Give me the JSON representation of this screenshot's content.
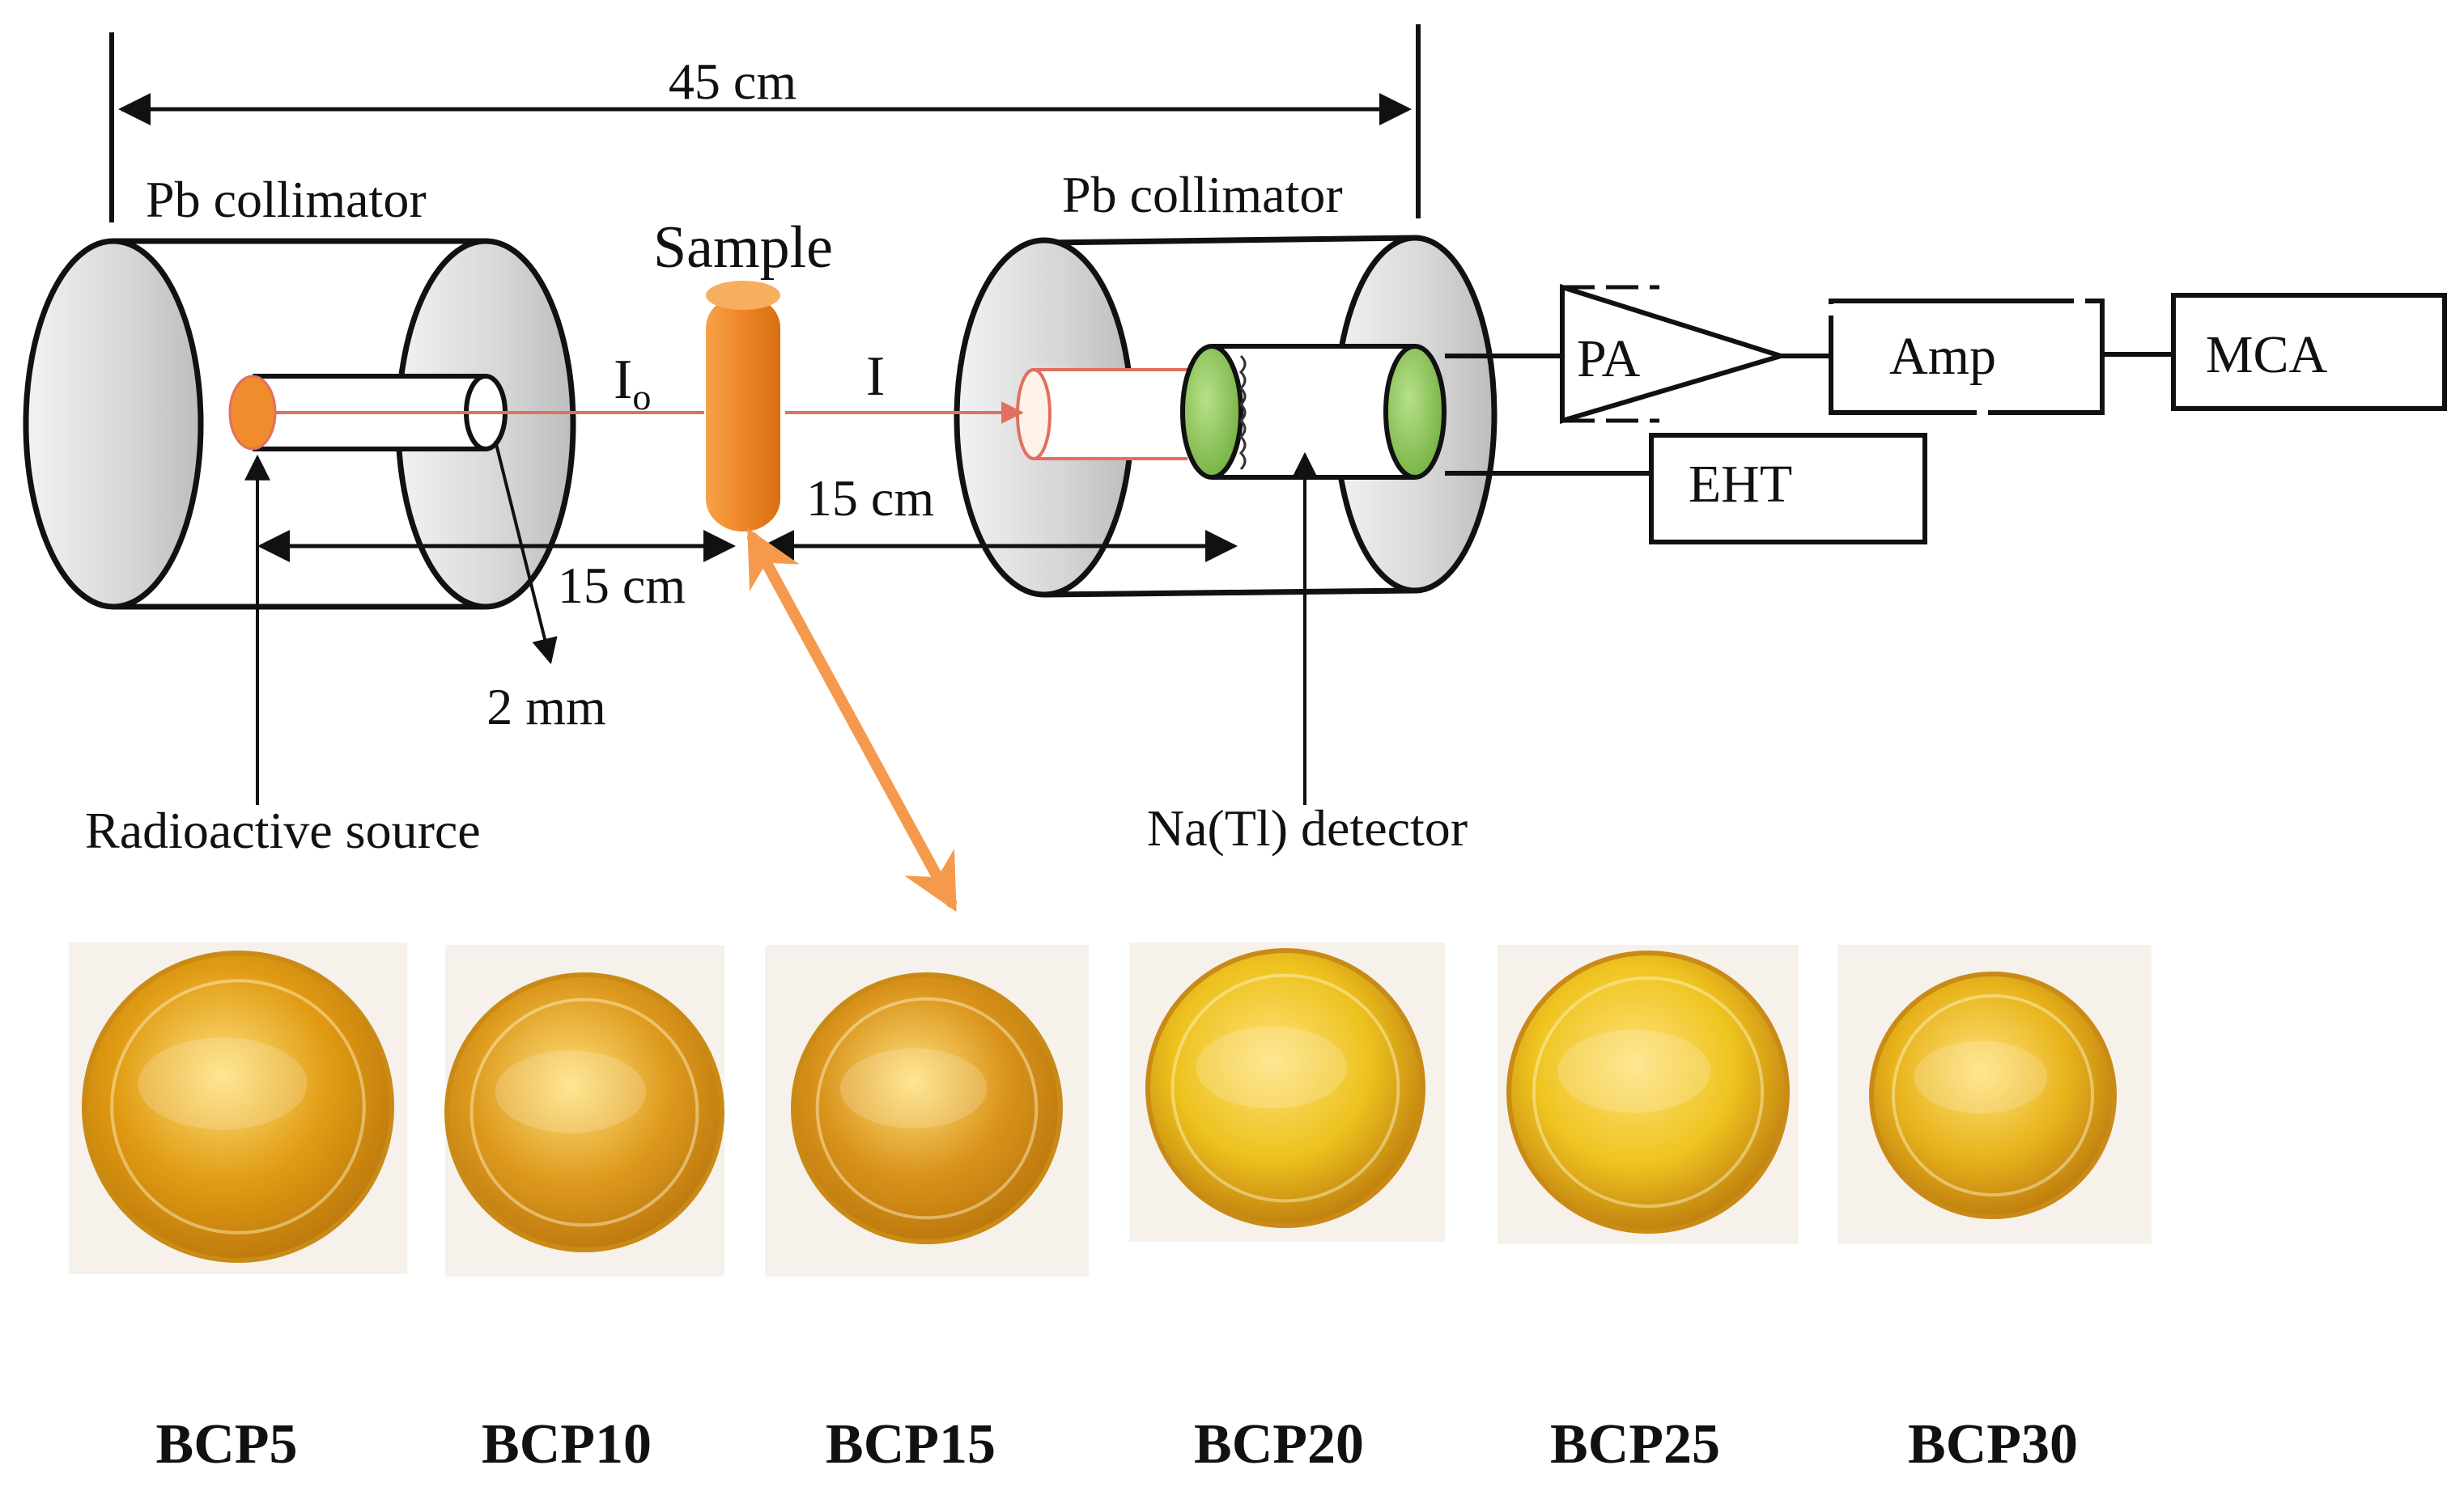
{
  "labels": {
    "distance_total": "45 cm",
    "collimator_left": "Pb collimator",
    "collimator_right": "Pb collimator",
    "sample": "Sample",
    "beam_in": "I",
    "beam_in_subscript": "o",
    "beam_out": "I",
    "distance_right": "15 cm",
    "distance_left": "15 cm",
    "aperture": "2 mm",
    "source": "Radioactive source",
    "detector": "Na(Tl) detector"
  },
  "electronics": {
    "preamp": "PA",
    "amplifier": "Amp",
    "mca": "MCA",
    "eht": "EHT"
  },
  "samples": [
    {
      "name": "BCP5",
      "tone": "#E09A12"
    },
    {
      "name": "BCP10",
      "tone": "#DE9A1E"
    },
    {
      "name": "BCP15",
      "tone": "#D9921A"
    },
    {
      "name": "BCP20",
      "tone": "#EDC21E"
    },
    {
      "name": "BCP25",
      "tone": "#EFC420"
    },
    {
      "name": "BCP30",
      "tone": "#E8B41C"
    }
  ],
  "colors": {
    "beam": "#E07060",
    "sample_disc": "#F08C2C",
    "pointer_arrow": "#F59A4C",
    "detector_crystal": "#8CC65A",
    "collimator_face": "#D9D9D9"
  }
}
